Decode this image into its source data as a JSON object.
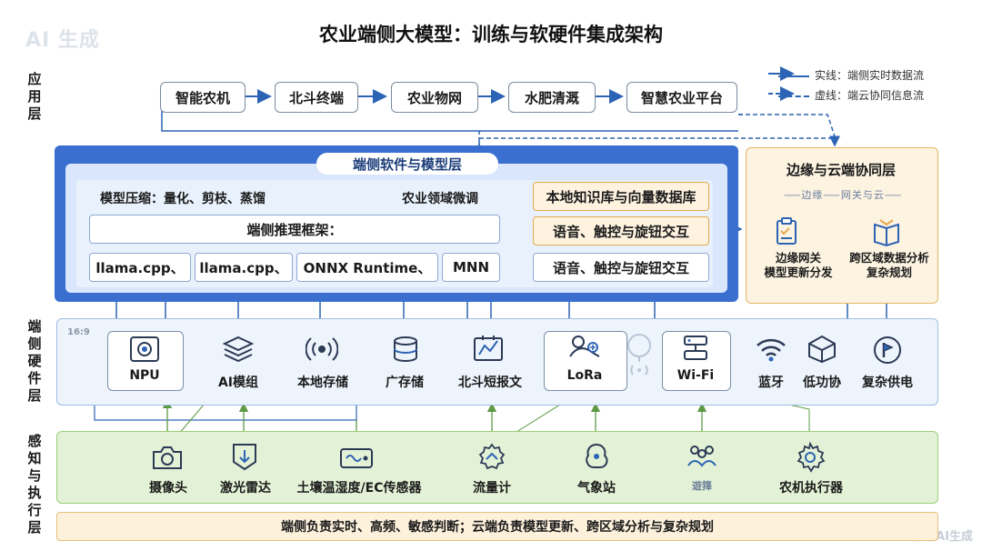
{
  "watermarks": {
    "top_left": "AI 生成",
    "bottom_right": "豆包AI生成"
  },
  "title": "农业端侧大模型：训练与软硬件集成架构",
  "layer_labels": {
    "app": "应用层",
    "hardware": "端侧硬件层",
    "sensing": "感知与执行层"
  },
  "legend": {
    "solid": "实线：端侧实时数据流",
    "dashed": "虚线：端云协同信息流"
  },
  "app_layer": [
    "智能农机",
    "北斗终端",
    "农业物网",
    "水肥清溉",
    "智慧农业平台"
  ],
  "software_layer": {
    "title": "端侧软件与模型层",
    "compression": "模型压缩：量化、剪枝、蒸馏",
    "finetune": "农业领域微调",
    "inference": "端侧推理框架：",
    "frameworks": [
      "llama.cpp、",
      "llama.cpp、",
      "ONNX Runtime、",
      "MNN"
    ],
    "right_boxes": [
      "本地知识库与向量数据库",
      "语音、触控与旋钮交互",
      "语音、触控与旋钮交互"
    ]
  },
  "edge_cloud": {
    "title": "边缘与云端协同层",
    "scribble": "⸺边缘⸺网关与云⸺",
    "items": [
      "边缘网关\n模型更新分发",
      "跨区域数据分析\n复杂规划"
    ]
  },
  "hardware_layer": {
    "tag": "16:9",
    "items": [
      {
        "label": "NPU",
        "icon": "camera-chip-icon"
      },
      {
        "label": "AI模组",
        "icon": "stack-layers-icon"
      },
      {
        "label": "本地存储",
        "icon": "signal-radio-icon"
      },
      {
        "label": "广存储",
        "icon": "storage-drum-icon"
      },
      {
        "label": "北斗短报文",
        "icon": "message-chart-icon"
      },
      {
        "label": "LoRa",
        "icon": "lora-node-icon"
      },
      {
        "label": "",
        "icon": "antenna-icon"
      },
      {
        "label": "Wi-Fi",
        "icon": "wifi-router-icon"
      },
      {
        "label": "蓝牙",
        "icon": "wifi-icon"
      },
      {
        "label": "低功协",
        "icon": "cube-icon"
      },
      {
        "label": "复杂供电",
        "icon": "power-flag-icon"
      }
    ]
  },
  "sensing_layer": {
    "items": [
      {
        "label": "摄像头",
        "icon": "camera-icon"
      },
      {
        "label": "激光雷达",
        "icon": "laser-radar-icon"
      },
      {
        "label": "土壤温湿度/EC传感器",
        "icon": "soil-sensor-icon"
      },
      {
        "label": "流量计",
        "icon": "flowmeter-icon"
      },
      {
        "label": "气象站",
        "icon": "weather-icon"
      },
      {
        "label": "遊箨",
        "icon": "people-icon"
      },
      {
        "label": "农机执行器",
        "icon": "gear-icon"
      }
    ]
  },
  "bottom_note": "端侧负责实时、高频、敏感判断；云端负责模型更新、跨区域分析与复杂规划",
  "colors": {
    "accent_blue": "#3a6fd0",
    "line_blue": "#2d63b4",
    "edge_orange": "#e6b665",
    "sense_green": "#9ccf7a"
  }
}
